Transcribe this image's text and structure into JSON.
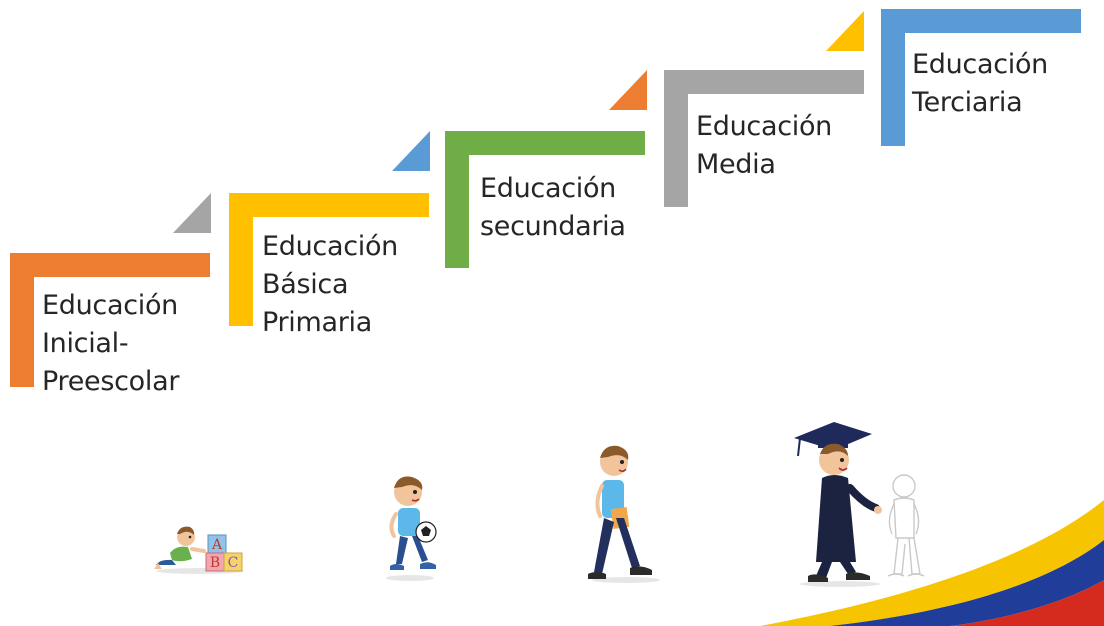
{
  "colors": {
    "orange": "#ED7D31",
    "yellow": "#FFC000",
    "green": "#70AD47",
    "gray": "#A5A5A5",
    "blue": "#5B9BD5",
    "text": "#262626",
    "flag_yellow": "#F6C400",
    "flag_blue": "#1F3D99",
    "flag_red": "#D52B1E"
  },
  "steps": [
    {
      "id": "inicial",
      "color": "orange",
      "lines": [
        "Educación",
        "Inicial-",
        "Preescolar"
      ]
    },
    {
      "id": "basica-primaria",
      "color": "yellow",
      "lines": [
        "Educación",
        "Básica",
        "Primaria"
      ]
    },
    {
      "id": "secundaria",
      "color": "green",
      "lines": [
        "Educación",
        "secundaria"
      ]
    },
    {
      "id": "media",
      "color": "gray",
      "lines": [
        "Educación",
        "Media"
      ]
    },
    {
      "id": "terciaria",
      "color": "blue",
      "lines": [
        "Educación",
        "Terciaria"
      ]
    }
  ],
  "figures": [
    {
      "name": "baby-with-blocks-figure",
      "blocks_text": [
        "A",
        "B",
        "C"
      ]
    },
    {
      "name": "child-with-ball-figure"
    },
    {
      "name": "teen-with-book-figure"
    },
    {
      "name": "graduate-figure"
    },
    {
      "name": "ghost-adult-figure"
    }
  ]
}
